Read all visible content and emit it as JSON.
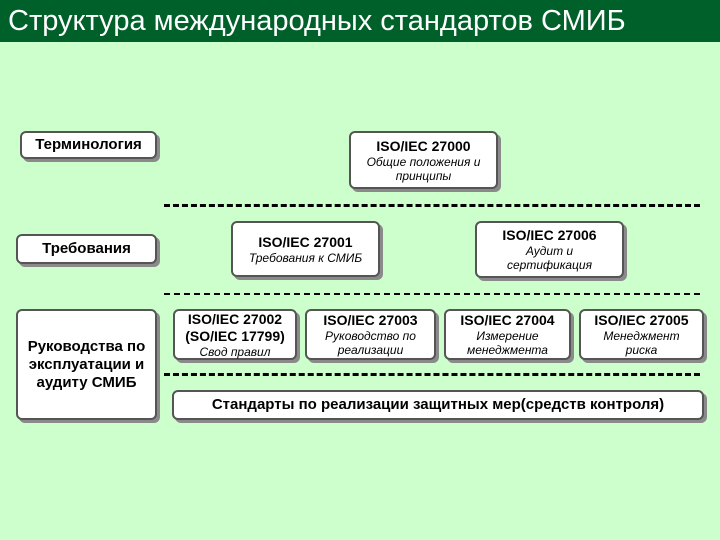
{
  "title": "Структура международных стандартов СМИБ",
  "colors": {
    "background": "#ccffcc",
    "title_bar": "#00602a",
    "title_text": "#ffffff",
    "box_fill": "#ffffff",
    "box_border": "#555555",
    "divider": "#000000"
  },
  "categories": {
    "terminology": "Терминология",
    "requirements": "Требования",
    "guidelines": "Руководства по эксплуатации и аудиту СМИБ"
  },
  "standards": {
    "iso27000": {
      "code": "ISO/IEC 27000",
      "desc": "Общие положения и принципы"
    },
    "iso27001": {
      "code": "ISO/IEC 27001",
      "desc": "Требования к СМИБ"
    },
    "iso27006": {
      "code": "ISO/IEC 27006",
      "desc": "Аудит и сертификация"
    },
    "iso27002": {
      "code": "ISO/IEC 27002",
      "code_alt": "(SO/IEC 17799)",
      "desc": "Свод правил"
    },
    "iso27003": {
      "code": "ISO/IEC 27003",
      "desc": "Руководство по реализации"
    },
    "iso27004": {
      "code": "ISO/IEC 27004",
      "desc": "Измерение менеджмента"
    },
    "iso27005": {
      "code": "ISO/IEC 27005",
      "desc": "Менеджмент риска"
    }
  },
  "implementation_standards": "Стандарты по реализации защитных мер(средств контроля)"
}
